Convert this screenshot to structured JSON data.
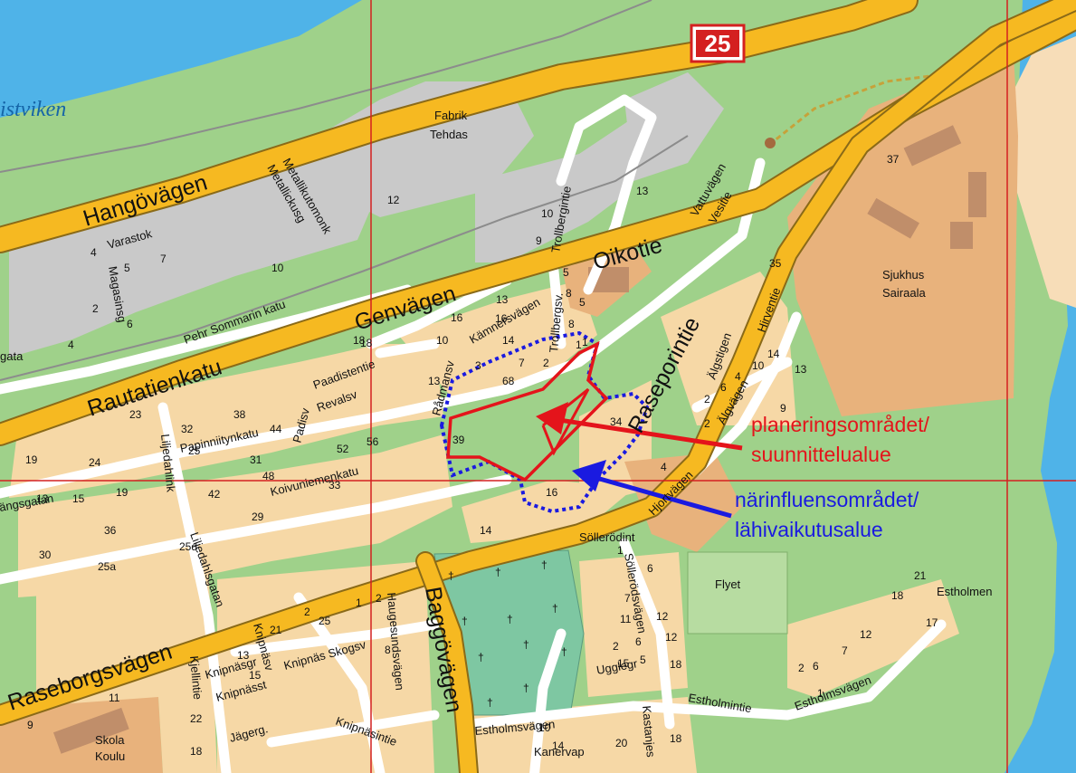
{
  "colors": {
    "water": "#4fb3e8",
    "green": "#9fd18a",
    "residential": "#f6d8a6",
    "industrial": "#c9c9c9",
    "hospital": "#e8b27c",
    "major_road": "#f6b921",
    "cemetery": "#7ec7a2",
    "planning_area": "#e4141b",
    "influence_area": "#1a1ae0",
    "grid": "#d42020"
  },
  "route_shield": "25",
  "water_label": "istviken",
  "roads": {
    "hangovagen": "Hangövägen",
    "genvagen": "Genvägen",
    "oikotie": "Oikotie",
    "rautatienkatu": "Rautatienkatu",
    "gata": "gata",
    "raseporintie": "Raseporintie",
    "raseborgsvagen": "Raseborgsvägen",
    "baggovagen": "Baggövägen",
    "koivuniemenkatu": "Koivuniemenkatu",
    "papinniitynkatu": "Papinniitynkatu",
    "pehr_sommarin": "Pehr Sommarin katu",
    "liljedahlsgatan": "Liljedahlsgatan",
    "liljedahlink": "Liljedahlink",
    "angsgatan": "ängsgatan",
    "trollbergintie": "Trollbergintie",
    "trollbergsv": "Trollbergsv.",
    "vattuvagen": "Vattuvägen",
    "vesitie": "Vesitie",
    "hirventie": "Hirventie",
    "algstigen": "Älgstigen",
    "algvagen": "Älgvägen",
    "hjortvagen": "Hjortvägen",
    "sollerodint": "Sölleröd­int",
    "sollerodsvagen": "Söllerödsvägen",
    "estholmsvagen": "Estholmsvägen",
    "estholmintie": "Estholmintie",
    "haugesundsvagen": "Haugesundsvägen",
    "knipnas_skogsv": "Knipnäs Skogsv",
    "knipnasintie": "Knipnäsintie",
    "kammarvagen": "Kämnersvägen",
    "radmansv": "Rådmansv",
    "padisv": "Padisv",
    "paadistentie": "Paadistentie",
    "revalsv": "Revalsv",
    "metallickusg": "Metallickusg",
    "metallikutomonk": "Metallikutomonk",
    "varastok": "Varastok",
    "magasinsg": "Magasinsg",
    "ugglegr": "Ugglegr",
    "kanervap": "Kanervap",
    "kastanjes": "Kastanjes",
    "estholmsvagen_small": "Estholmsvägen",
    "jagarg": "Jägerg.",
    "knipnasst": "Knipnässt",
    "knipnasgr": "Knipnäsgr",
    "kjellintie": "Kjellintie",
    "knipnasv": "Knipnäsv"
  },
  "places": {
    "fabrik": "Fabrik",
    "tehdas": "Tehdas",
    "sjukhus": "Sjukhus",
    "sairaala": "Sairaala",
    "skola": "Skola",
    "koulu": "Koulu",
    "flyet": "Flyet",
    "estholmen": "Estholmen"
  },
  "legend": {
    "planning_line1": "planeringsområdet/",
    "planning_line2": "suunnittelualue",
    "influence_line1": "närinfluensområdet/",
    "influence_line2": "lähivaikutusalue"
  },
  "house_numbers": [
    "4",
    "5",
    "7",
    "2",
    "6",
    "4",
    "10",
    "12",
    "16",
    "18",
    "10",
    "9",
    "13",
    "5",
    "37",
    "35",
    "18",
    "10",
    "16",
    "13",
    "8",
    "14",
    "2",
    "7",
    "68",
    "1",
    "5",
    "3",
    "8",
    "1",
    "13",
    "39",
    "34",
    "16",
    "14",
    "2",
    "6",
    "4",
    "10",
    "14",
    "9",
    "13",
    "2",
    "4",
    "23",
    "32",
    "38",
    "44",
    "56",
    "52",
    "24",
    "25",
    "31",
    "48",
    "33",
    "29",
    "19",
    "13",
    "15",
    "19",
    "36",
    "30",
    "25d",
    "25a",
    "42",
    "2",
    "21",
    "25",
    "13",
    "15",
    "11",
    "9",
    "22",
    "18",
    "1",
    "2",
    "8",
    "1",
    "6",
    "12",
    "7",
    "11",
    "12",
    "18",
    "2",
    "6",
    "5",
    "15",
    "10",
    "14",
    "20",
    "18",
    "21",
    "18",
    "12",
    "17",
    "7",
    "1",
    "6",
    "2"
  ]
}
